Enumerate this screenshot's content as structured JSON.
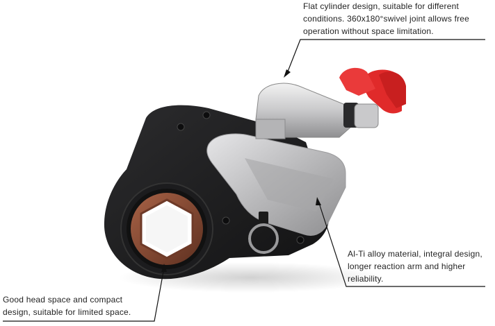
{
  "callouts": {
    "top": {
      "lines": [
        "Flat cylinder design, suitable for different",
        "conditions. 360x180°swivel joint allows free",
        "operation without space limitation."
      ]
    },
    "right": {
      "lines": [
        "Al-Ti alloy material, integral design,",
        "longer reaction arm and higher",
        "reliability."
      ]
    },
    "left": {
      "lines": [
        "Good head space and compact",
        "design, suitable for limited space."
      ]
    }
  },
  "colors": {
    "body_black": "#1b1b1d",
    "arm_silver": "#b9b9bb",
    "socket_brown": "#8a4e37",
    "coupler_red": "#e02a2a",
    "callout_line": "#111111"
  }
}
